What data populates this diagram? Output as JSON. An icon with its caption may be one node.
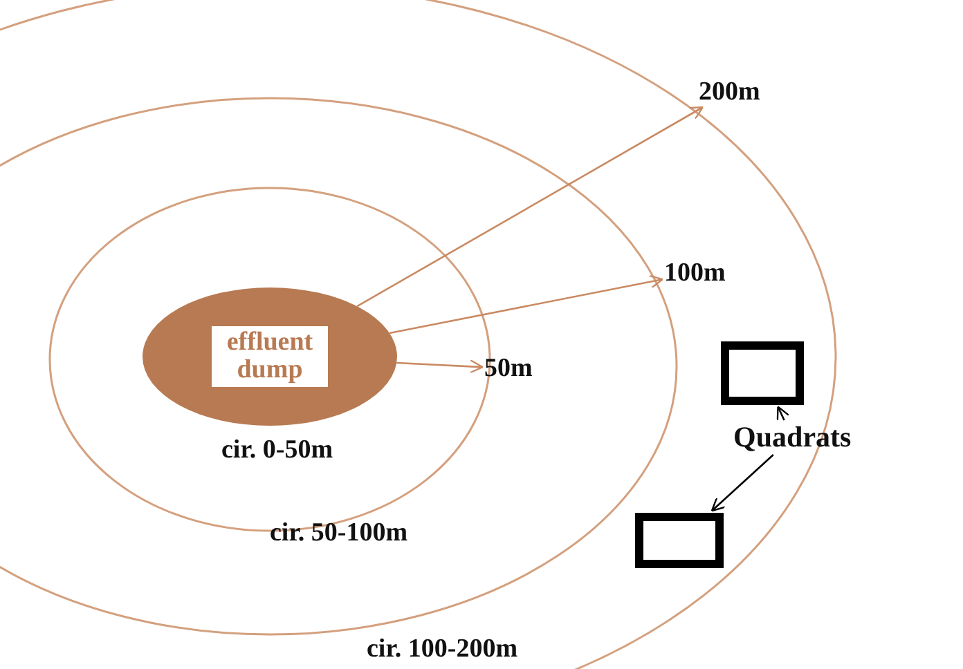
{
  "diagram": {
    "nodes": [
      {
        "text": [],
        "shape": "circle"
      },
      {
        "text": [],
        "shape": "circle",
        "in": 0
      },
      {
        "text": [],
        "shape": "circle",
        "in": 1
      },
      {
        "text": [
          "effluent dump"
        ],
        "in": 2
      },
      {
        "text": [
          "200m"
        ],
        "in": 0
      },
      {
        "text": [
          "100m"
        ],
        "in": 0
      },
      {
        "text": [
          "50m"
        ],
        "in": 1
      },
      {
        "text": [],
        "shape": "box",
        "in": 0
      },
      {
        "text": [
          "Quadrats"
        ]
      },
      {
        "text": [],
        "shape": "box",
        "in": 0
      }
    ],
    "edges": [
      {
        "from": 3,
        "to": 4,
        "arrow": "to"
      },
      {
        "from": 3,
        "to": 5,
        "arrow": "to"
      },
      {
        "from": 3,
        "to": 6,
        "arrow": "to"
      },
      {
        "from": 8,
        "to": 7,
        "arrow": "to",
        "color": "#000000"
      },
      {
        "from": 8,
        "to": 9,
        "arrow": "to",
        "color": "#000000"
      }
    ],
    "labels": [
      "cir. 0-50m",
      "cir. 50-100m",
      "cir. 100-200m"
    ]
  }
}
